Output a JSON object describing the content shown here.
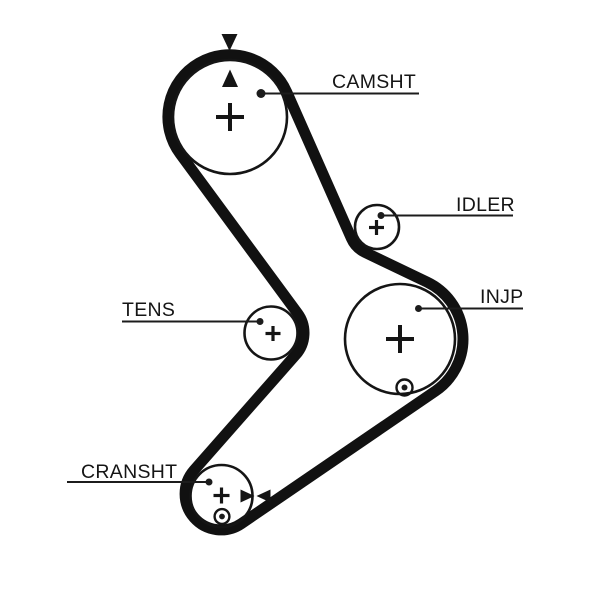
{
  "diagram": {
    "type": "timing-belt-routing-diagram",
    "colors": {
      "background": "#ffffff",
      "ink": "#151515",
      "belt": "#111111"
    },
    "labels": {
      "camshaft": "CAMSHT",
      "idler": "IDLER",
      "injection_pump": "INJP",
      "tensioner": "TENS",
      "crankshaft": "CRANSHT"
    },
    "pulleys": [
      {
        "id": "camshaft",
        "label": "CAMSHT",
        "markers": [
          "center-cross",
          "timing-triangle-down",
          "timing-triangle-up"
        ]
      },
      {
        "id": "idler",
        "label": "IDLER",
        "markers": [
          "center-cross"
        ]
      },
      {
        "id": "injection-pump",
        "label": "INJP",
        "markers": [
          "center-cross",
          "circled-dot"
        ]
      },
      {
        "id": "tensioner",
        "label": "TENS",
        "markers": [
          "center-cross"
        ]
      },
      {
        "id": "crankshaft",
        "label": "CRANSHT",
        "markers": [
          "center-cross",
          "circled-dot",
          "timing-triangle-right",
          "timing-triangle-left"
        ]
      }
    ]
  }
}
